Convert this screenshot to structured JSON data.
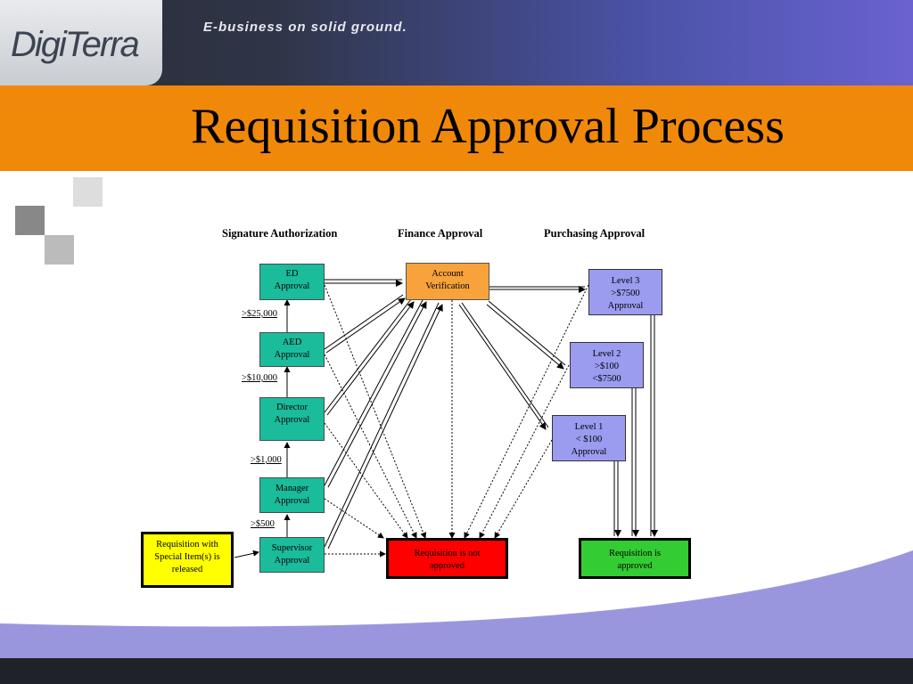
{
  "brand": {
    "logo_text": "DigiTerra",
    "tagline": "E-business on solid ground."
  },
  "slide": {
    "title": "Requisition Approval Process"
  },
  "columns": {
    "signature": "Signature Authorization",
    "finance": "Finance Approval",
    "purchasing": "Purchasing Approval"
  },
  "nodes": {
    "ed": "ED\nApproval",
    "aed": "AED\nApproval",
    "director": "Director\nApproval",
    "manager": "Manager\nApproval",
    "supervisor": "Supervisor\nApproval",
    "special": "Requisition with\nSpecial Item(s) is\nreleased",
    "account": "Account\nVerification",
    "level3": "Level 3\n>$7500\nApproval",
    "level2": "Level 2\n>$100\n<$7500",
    "level1": "Level 1\n< $100\nApproval",
    "not_approved": "Requisition is not\napproved",
    "approved": "Requisition is\napproved"
  },
  "thresholds": {
    "t25000": ">$25,000",
    "t10000": ">$10,000",
    "t1000": ">$1,000",
    "t500": ">$500"
  },
  "colors": {
    "orange": "#f0890a",
    "approval_green": "#1abc9c",
    "level_blue": "#9b9bf0",
    "special_yellow": "#ffff00",
    "not_approved_red": "#ff0000",
    "approved_green": "#33cc33",
    "account_orange": "#f7a23a"
  }
}
